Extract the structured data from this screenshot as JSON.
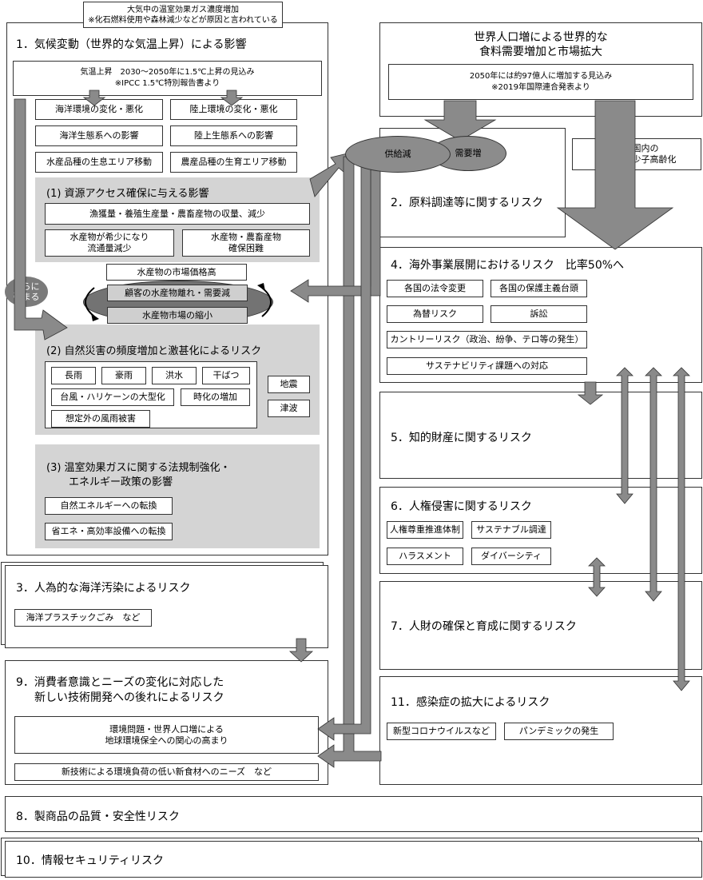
{
  "top_note": {
    "line1": "大気中の温室効果ガス濃度増加",
    "line2": "※化石燃料使用や森林減少などが原因と言われている"
  },
  "s1": {
    "title": "1．気候変動（世界的な気温上昇）による影響",
    "temp_line1": "気温上昇　2030～2050年に1.5℃上昇の見込み",
    "temp_line2": "※IPCC 1.5℃特別報告書より",
    "left_items": [
      "海洋環境の変化・悪化",
      "海洋生態系への影響",
      "水産品種の生息エリア移動"
    ],
    "right_items": [
      "陸上環境の変化・悪化",
      "陸上生態系への影響",
      "農産品種の生育エリア移動"
    ],
    "p1": {
      "title": "(1) 資源アクセス確保に与える影響",
      "item_main": "漁獲量・養殖生産量・農畜産物の収量、減少",
      "item_left": "水産物が希少になり\n流通量減少",
      "item_right": "水産物・農畜産物\n確保困難"
    },
    "market": {
      "price": "水産物の市場価格高",
      "away": "顧客の水産物離れ・需要減",
      "shrink": "水産物市場の縮小"
    },
    "stronger": "さらに\n強まる",
    "p2": {
      "title": "(2) 自然災害の頻度増加と激甚化によるリスク",
      "items": [
        "長雨",
        "豪雨",
        "洪水",
        "干ばつ",
        "台風・ハリケーンの大型化",
        "時化の増加",
        "想定外の風雨被害"
      ],
      "side": [
        "地震",
        "津波"
      ]
    },
    "p3": {
      "title_line1": "(3) 温室効果ガスに関する法規制強化・",
      "title_line2": "エネルギー政策の影響",
      "items": [
        "自然エネルギーへの転換",
        "省エネ・高効率設備への転換"
      ]
    }
  },
  "world": {
    "title_line1": "世界人口増による世界的な",
    "title_line2": "食料需要増加と市場拡大",
    "inner_line1": "2050年には約97億人に増加する見込み",
    "inner_line2": "※2019年国際連合発表より"
  },
  "supply": "供給減",
  "demand": "需要増",
  "japan": "日本国内の\n人口減・少子高齢化",
  "s2": {
    "title": "2．原料調達等に関するリスク"
  },
  "s3": {
    "title": "3．人為的な海洋汚染によるリスク",
    "item": "海洋プラスチックごみ　など"
  },
  "s4": {
    "title": "4．海外事業展開におけるリスク　比率50%へ",
    "items": [
      "各国の法令変更",
      "各国の保護主義台頭",
      "為替リスク",
      "訴訟",
      "カントリーリスク（政治、紛争、テロ等の発生）",
      "サステナビリティ課題への対応"
    ]
  },
  "s5": {
    "title": "5．知的財産に関するリスク"
  },
  "s6": {
    "title": "6．人権侵害に関するリスク",
    "items": [
      "人権尊重推進体制",
      "サステナブル調達",
      "ハラスメント",
      "ダイバーシティ"
    ]
  },
  "s7": {
    "title": "7．人財の確保と育成に関するリスク"
  },
  "s8": {
    "title": "8．製商品の品質・安全性リスク"
  },
  "s9": {
    "title_line1": "9．消費者意識とニーズの変化に対応した",
    "title_line2": "新しい技術開発への後れによるリスク",
    "item1": "環境問題・世界人口増による\n地球環境保全への関心の高まり",
    "item2": "新技術による環境負荷の低い新食材へのニーズ　など"
  },
  "s10": {
    "title": "10．情報セキュリティリスク"
  },
  "s11": {
    "title": "11．感染症の拡大によるリスク",
    "items": [
      "新型コロナウイルスなど",
      "パンデミックの発生"
    ]
  }
}
